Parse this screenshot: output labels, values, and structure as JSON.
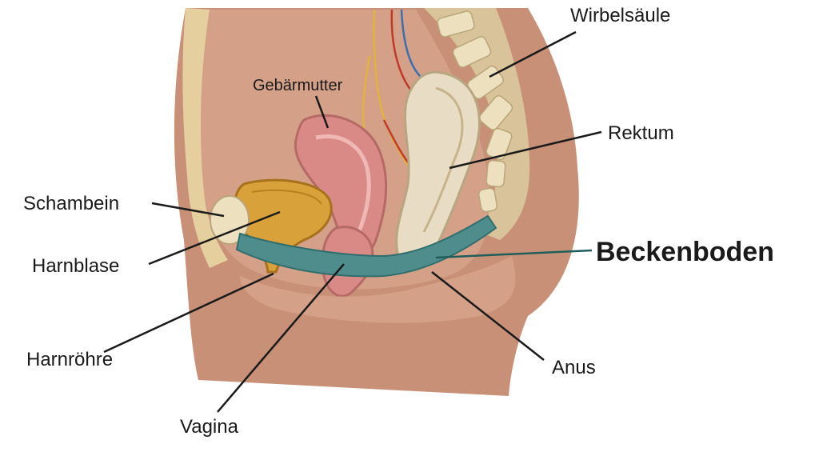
{
  "labels": {
    "wirbelsaeule": "Wirbelsäule",
    "gebaermutter": "Gebärmutter",
    "rektum": "Rektum",
    "schambein": "Schambein",
    "harnblase": "Harnblase",
    "beckenboden": "Beckenboden",
    "harnroehre": "Harnröhre",
    "anus": "Anus",
    "vagina": "Vagina"
  },
  "colors": {
    "text": "#1a1a1a",
    "highlight": "#1f5e5b",
    "skin": "#c99078",
    "tissue": "#d4a088",
    "uterus": "#d98a86",
    "bladder": "#d9a13a",
    "rectum": "#e8dcc4",
    "bone": "#ece0bf",
    "pelvic_floor": "#4f8d8c",
    "artery": "#c0392b",
    "vein": "#3a6fb0",
    "nerve": "#e0b33c"
  }
}
